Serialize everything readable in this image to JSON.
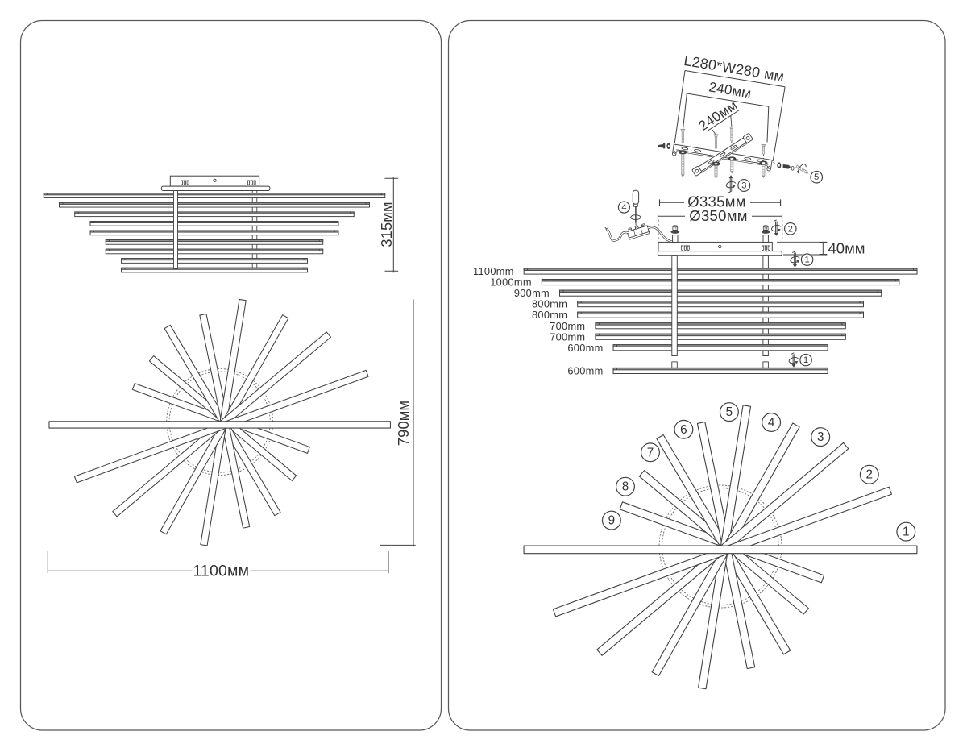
{
  "left_panel": {
    "side_view": {
      "height_dim": "315мм"
    },
    "plan_view": {
      "height_dim": "790мм",
      "width_dim": "1100мм"
    }
  },
  "right_panel": {
    "bracket": {
      "outer_dim": "L280*W280 мм",
      "inner_dim": "240мм",
      "cross_dim": "240мм",
      "screw_part": "3",
      "anchor_part": "5"
    },
    "canopy": {
      "inner_diameter_dim": "Ø335мм",
      "outer_diameter_dim": "Ø350мм",
      "height_dim": "40мм",
      "wire_part": "4",
      "post_screw_part": "2",
      "bar_screw_part": "1"
    },
    "bars": {
      "length_labels": [
        "1100mm",
        "1000mm",
        "900mm",
        "800mm",
        "800mm",
        "700mm",
        "700mm",
        "600mm"
      ],
      "detached_length_label": "600mm",
      "bar_screw_part": "1"
    },
    "star": {
      "bar_numbers": [
        "1",
        "2",
        "3",
        "4",
        "5",
        "6",
        "7",
        "8",
        "9"
      ]
    }
  }
}
